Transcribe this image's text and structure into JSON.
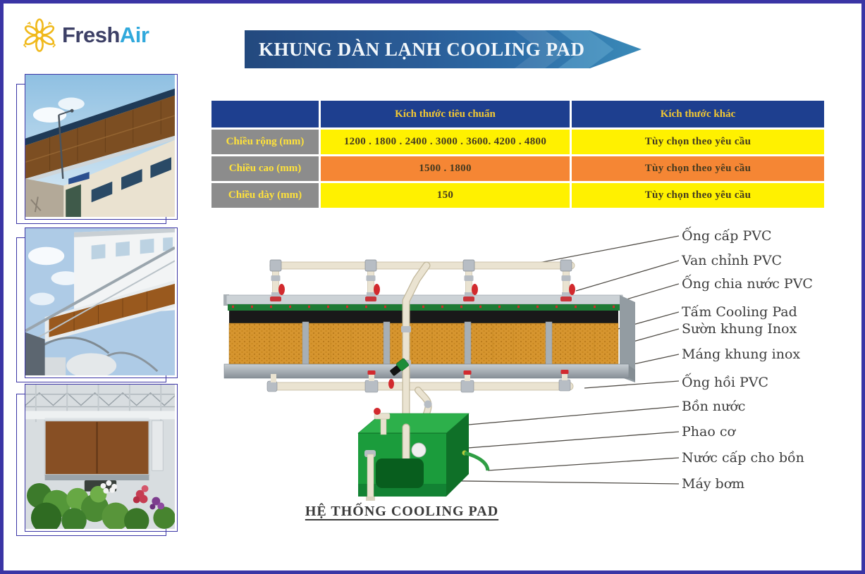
{
  "brand": {
    "name_primary": "Fresh",
    "name_secondary": "Air"
  },
  "banner": {
    "title": "KHUNG DÀN LẠNH COOLING PAD"
  },
  "photos": [
    {
      "name": "factory-exterior-with-cooling-pad-wall"
    },
    {
      "name": "cooling-pad-panels-on-steel-frame"
    },
    {
      "name": "greenhouse-cooling-pad-with-flowers"
    }
  ],
  "table": {
    "headers": {
      "corner": "",
      "standard": "Kích thước tiêu chuẩn",
      "other": "Kích thước khác"
    },
    "rows": [
      {
        "label": "Chiều rộng (mm)",
        "standard": "1200 . 1800 . 2400 . 3000 . 3600. 4200 . 4800",
        "other": "Tùy chọn theo yêu cầu",
        "row_color": "yellow"
      },
      {
        "label": "Chiều cao (mm)",
        "standard": "1500 . 1800",
        "other": "Tùy chọn theo yêu cầu",
        "row_color": "orange"
      },
      {
        "label": "Chiều dày (mm)",
        "standard": "150",
        "other": "Tùy chọn theo yêu cầu",
        "row_color": "yellow"
      }
    ]
  },
  "diagram": {
    "caption": "HỆ THỐNG COOLING PAD",
    "labels": [
      "Ống cấp PVC",
      "Van chỉnh PVC",
      "Ống chia nước PVC",
      "Tấm Cooling Pad",
      "Sườn khung Inox",
      "Máng khung inox",
      "Ống hồi PVC",
      "Bồn nước",
      "Phao cơ",
      "Nước cấp cho bồn",
      "Máy bơm"
    ]
  },
  "palette": {
    "page_border": "#3a35a5",
    "header_navy": "#1e3f8f",
    "row_yellow": "#fff100",
    "row_orange": "#f58634",
    "label_gray": "#8c8c8c",
    "banner_blue_start": "#23497e",
    "banner_blue_end": "#3a8ab8",
    "brand_navy": "#3d4066",
    "brand_cyan": "#31a9dc",
    "logo_gold": "#f0b91c",
    "pad_orange": "#d6952f",
    "tank_green": "#1b9c3c",
    "valve_red": "#d22a2e"
  }
}
